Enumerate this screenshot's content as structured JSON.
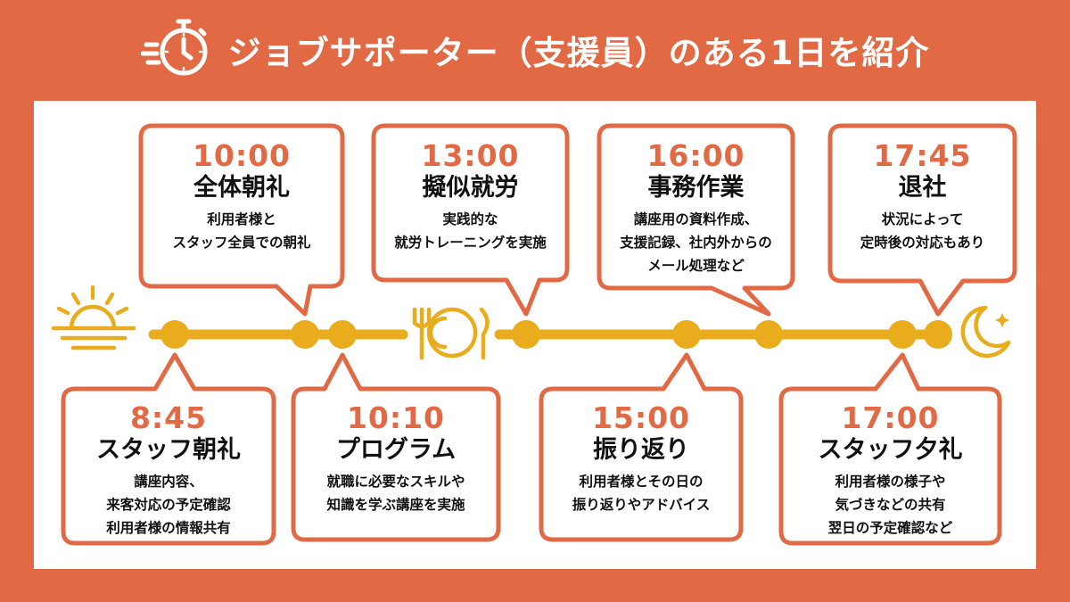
{
  "header": {
    "title": "ジョブサポーター（支援員）のある1日を紹介",
    "icon": "stopwatch-icon"
  },
  "colors": {
    "background": "#E16A45",
    "accent": "#E16A45",
    "timeline": "#E8AC1D",
    "panel": "#FFFFFF",
    "text": "#111111"
  },
  "timeline_icons": [
    "sunrise-icon",
    "plate-cutlery-icon",
    "moon-star-icon"
  ],
  "events": {
    "e0845": {
      "time": "8:45",
      "name": "スタッフ朝礼",
      "desc": [
        "講座内容、",
        "来客対応の予定確認",
        "利用者様の情報共有"
      ]
    },
    "e1000": {
      "time": "10:00",
      "name": "全体朝礼",
      "desc": [
        "利用者様と",
        "スタッフ全員での朝礼"
      ]
    },
    "e1010": {
      "time": "10:10",
      "name": "プログラム",
      "desc": [
        "就職に必要なスキルや",
        "知識を学ぶ講座を実施"
      ]
    },
    "e1300": {
      "time": "13:00",
      "name": "擬似就労",
      "desc": [
        "実践的な",
        "就労トレーニングを実施"
      ]
    },
    "e1500": {
      "time": "15:00",
      "name": "振り返り",
      "desc": [
        "利用者様とその日の",
        "振り返りやアドバイス"
      ]
    },
    "e1600": {
      "time": "16:00",
      "name": "事務作業",
      "desc": [
        "講座用の資料作成、",
        "支援記録、社内外からの",
        "メール処理など"
      ]
    },
    "e1700": {
      "time": "17:00",
      "name": "スタッフ夕礼",
      "desc": [
        "利用者様の様子や",
        "気づきなどの共有",
        "翌日の予定確認など"
      ]
    },
    "e1745": {
      "time": "17:45",
      "name": "退社",
      "desc": [
        "状況によって",
        "定時後の対応もあり"
      ]
    }
  }
}
